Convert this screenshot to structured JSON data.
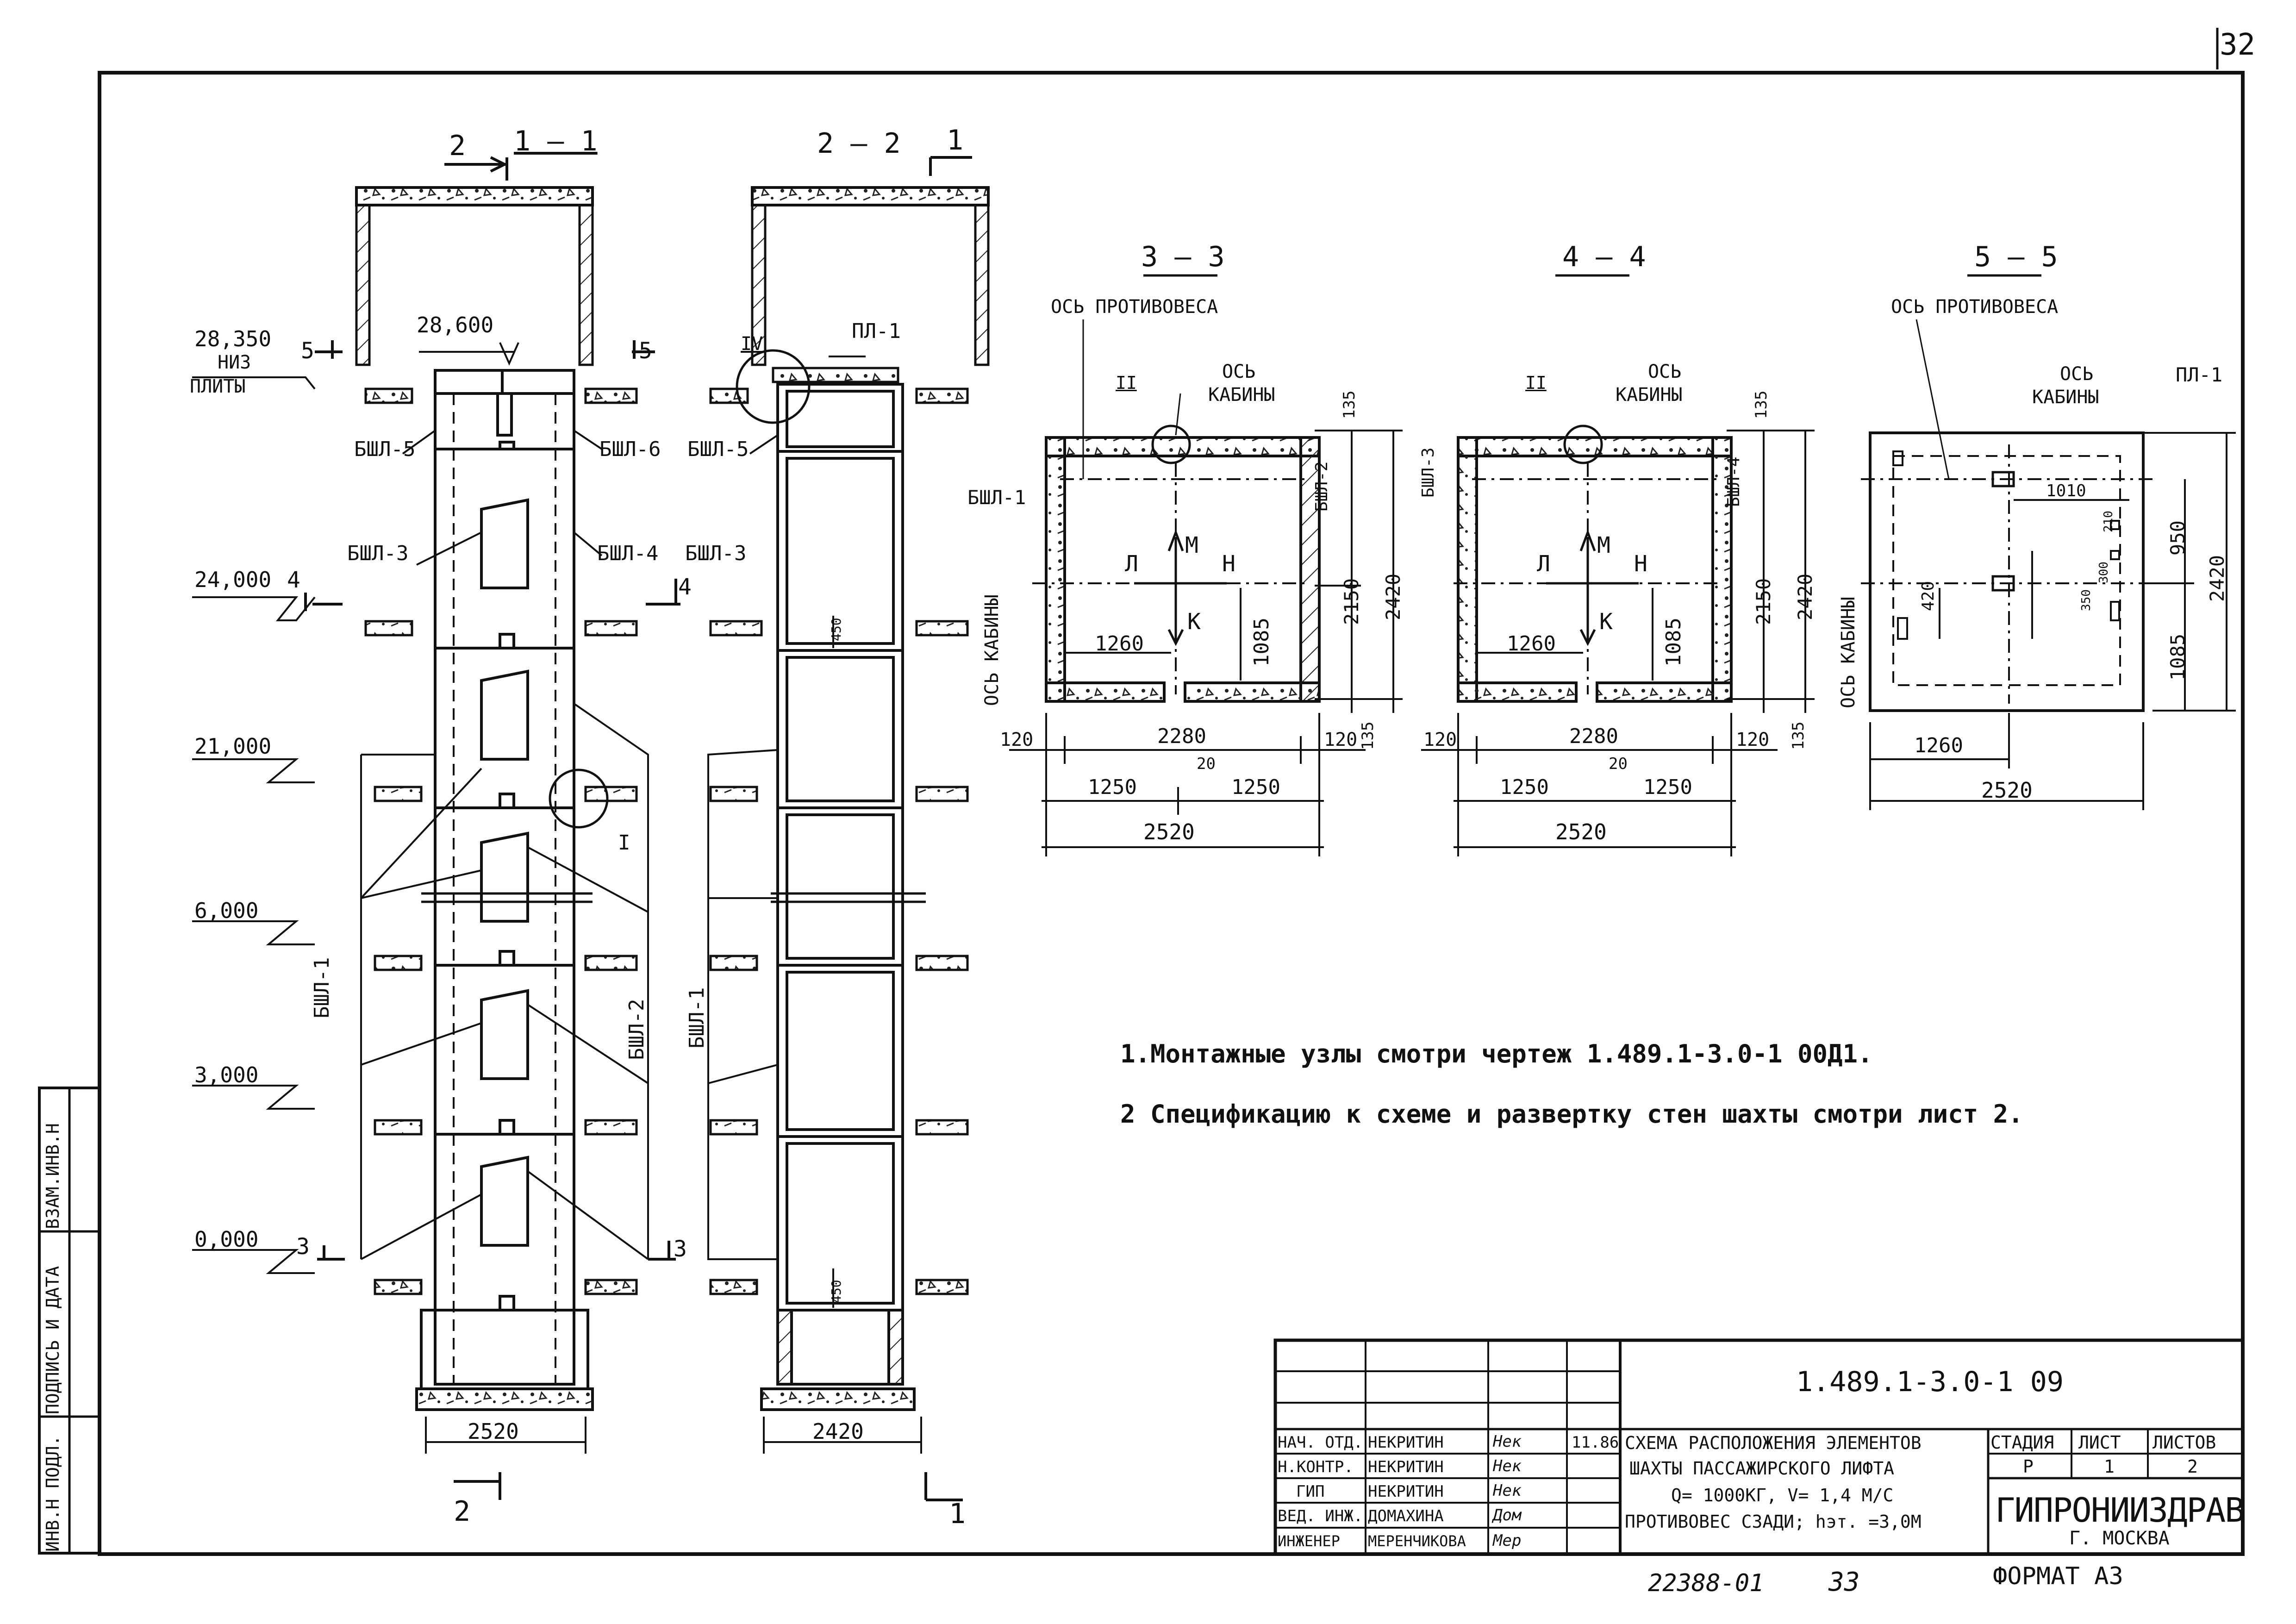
{
  "sheet_corner_number": "32",
  "sections": {
    "s11": "1 – 1",
    "s22": "2 – 2",
    "s33": "3 – 3",
    "s44": "4 – 4",
    "s55": "5 – 5"
  },
  "cut_marks": {
    "c2_top": "2",
    "c1_top": "1",
    "c2_bot": "2",
    "c1_bot": "1",
    "c5a": "5",
    "c5b": "5",
    "c4a": "4",
    "c4b": "4",
    "c3a": "3",
    "c3b": "3"
  },
  "levels": {
    "l28350": "28,350",
    "niz": "НИЗ",
    "plity": "ПЛИТЫ",
    "l28600": "28,600",
    "l24000": "24,000",
    "l21000": "21,000",
    "l6000": "6,000",
    "l3000": "3,000",
    "l0000": "0,000"
  },
  "elements": {
    "bsl1": "БШЛ-1",
    "bsl2": "БШЛ-2",
    "bsl3": "БШЛ-3",
    "bsl4": "БШЛ-4",
    "bsl5": "БШЛ-5",
    "bsl6": "БШЛ-6",
    "pl1": "ПЛ-1",
    "node_iv": "IV",
    "node_ii": "II",
    "node_i": "I"
  },
  "dims": {
    "d2520": "2520",
    "d2420": "2420",
    "d450": "450",
    "d135": "135",
    "d2150": "2150",
    "d1085": "1085",
    "d1260": "1260",
    "d120": "120",
    "d2280": "2280",
    "d20": "20",
    "d1250": "1250",
    "d1010": "1010",
    "d950": "950",
    "d420": "420",
    "d350": "350",
    "d300": "300",
    "d210": "210"
  },
  "plan_labels": {
    "os_protivovesa": "ОСЬ ПРОТИВОВЕСА",
    "os": "ОСЬ",
    "kabiny": "КАБИНЫ",
    "os_kabiny": "ОСЬ КАБИНЫ",
    "L": "Л",
    "M": "М",
    "H": "Н",
    "K": "К"
  },
  "notes": [
    "1.Монтажные узлы смотри чертеж 1.489.1-3.0-1 00Д1.",
    "2 Спецификацию к схеме и развертку стен шахты смотри лист 2."
  ],
  "side_stamp": {
    "inv_podl": "ИНВ.Н ПОДЛ.",
    "podpis_data": "ПОДПИСЬ И ДАТА",
    "vzam_inv": "ВЗАМ.ИНВ.Н"
  },
  "title_block": {
    "doc_code": "1.489.1-3.0-1 09",
    "title_lines": [
      "СХЕМА РАСПОЛОЖЕНИЯ ЭЛЕМЕНТОВ",
      "ШАХТЫ ПАССАЖИРСКОГО ЛИФТА",
      "Q= 1000КГ, V= 1,4 М/С",
      "ПРОТИВОВЕС СЗАДИ; hэт. =3,0М"
    ],
    "stage_header": "СТАДИЯ",
    "sheet_header": "ЛИСТ",
    "sheets_header": "ЛИСТОВ",
    "stage": "Р",
    "sheet": "1",
    "sheets": "2",
    "org": "ГИПРОНИИЗДРАВ",
    "city": "Г. МОСКВА",
    "date": "11.86",
    "people": [
      {
        "role": "НАЧ. ОТД.",
        "name": "НЕКРИТИН",
        "sign": "Нек"
      },
      {
        "role": "Н.КОНТР.",
        "name": "НЕКРИТИН",
        "sign": "Нек"
      },
      {
        "role": "ГИП",
        "name": "НЕКРИТИН",
        "sign": "Нек"
      },
      {
        "role": "ВЕД. ИНЖ.",
        "name": "ДОМАХИНА",
        "sign": "Дом"
      },
      {
        "role": "ИНЖЕНЕР",
        "name": "МЕРЕНЧИКОВА",
        "sign": "Мер"
      }
    ]
  },
  "bottom": {
    "archive_no": "22388-01",
    "page_no": "33",
    "format": "ФОРМАТ А3"
  }
}
